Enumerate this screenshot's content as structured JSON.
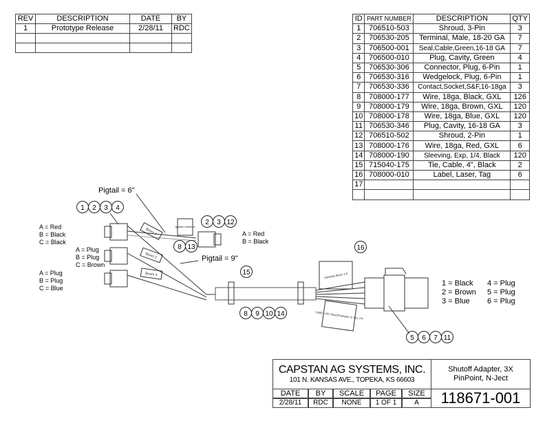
{
  "revision_table": {
    "headers": [
      "REV",
      "DESCRIPTION",
      "DATE",
      "BY"
    ],
    "rows": [
      [
        "1",
        "Prototype Release",
        "2/28/11",
        "RDC"
      ],
      [
        "",
        "",
        "",
        ""
      ],
      [
        "",
        "",
        "",
        ""
      ]
    ]
  },
  "parts_table": {
    "headers": [
      "ID",
      "PART NUMBER",
      "DESCRIPTION",
      "QTY"
    ],
    "rows": [
      [
        "1",
        "706510-503",
        "Shroud, 3-Pin",
        "3"
      ],
      [
        "2",
        "706530-205",
        "Terminal, Male, 18-20 GA",
        "7"
      ],
      [
        "3",
        "706500-001",
        "Seal,Cable,Green,16-18 GA",
        "7"
      ],
      [
        "4",
        "706500-010",
        "Plug, Cavity, Green",
        "4"
      ],
      [
        "5",
        "706530-306",
        "Connector, Plug, 6-Pin",
        "1"
      ],
      [
        "6",
        "706530-316",
        "Wedgelock, Plug, 6-Pin",
        "1"
      ],
      [
        "7",
        "706530-336",
        "Contact,Socket,S&F,16-18ga",
        "3"
      ],
      [
        "8",
        "708000-177",
        "Wire, 18ga, Black, GXL",
        "126"
      ],
      [
        "9",
        "708000-179",
        "Wire, 18ga, Brown, GXL",
        "120"
      ],
      [
        "10",
        "708000-178",
        "Wire, 18ga, Blue, GXL",
        "120"
      ],
      [
        "11",
        "706530-346",
        "Plug, Cavity, 16-18 GA",
        "3"
      ],
      [
        "12",
        "706510-502",
        "Shroud, 2-Pin",
        "1"
      ],
      [
        "13",
        "708000-176",
        "Wire, 18ga, Red, GXL",
        "6"
      ],
      [
        "14",
        "708000-190",
        "Sleeving, Exp, 1/4, Black",
        "120"
      ],
      [
        "15",
        "715040-175",
        "Tie, Cable, 4\", Black",
        "2"
      ],
      [
        "16",
        "708000-010",
        "Label, Laser, Tag",
        "6"
      ],
      [
        "17",
        "",
        "",
        ""
      ],
      [
        "",
        "",
        "",
        ""
      ]
    ]
  },
  "diagram": {
    "pigtail_6": "Pigtail = 6\"",
    "pigtail_9": "Pigtail = 9\"",
    "pin_labels": {
      "boom1": [
        "A = Red",
        "B = Black",
        "C = Black"
      ],
      "boom2": [
        "A = Plug",
        "B = Plug",
        "C = Brown"
      ],
      "boom3": [
        "A = Plug",
        "B = Plug",
        "C = Blue"
      ],
      "ignition": [
        "A = Red",
        "B = Black"
      ],
      "main": [
        "1 = Black",
        "4 = Plug",
        "2 = Brown",
        "5 = Plug",
        "3 = Blue",
        "6 = Plug"
      ]
    },
    "tags": {
      "boom1": "Boom 1",
      "boom2": "Boom 2",
      "boom3": "Boom 3",
      "ignition": "Ignition Harness",
      "gateway": "Gateway Boom 1-6",
      "adapter": "118671-001 Shutoff Adapter N-Ject, PP"
    },
    "balloons": {
      "boom_conn": [
        "1",
        "2",
        "3",
        "4"
      ],
      "ign_conn": [
        "2",
        "3",
        "12"
      ],
      "ign_wire": [
        "8",
        "13"
      ],
      "tie": [
        "15"
      ],
      "main_wire": [
        "8",
        "9",
        "10",
        "14"
      ],
      "label": [
        "16"
      ],
      "main_conn": [
        "5",
        "6",
        "7",
        "11"
      ]
    }
  },
  "title_block": {
    "company": "CAPSTAN AG SYSTEMS, INC.",
    "address": "101 N. KANSAS AVE., TOPEKA, KS 66603",
    "title_line1": "Shutoff Adapter, 3X",
    "title_line2": "PinPoint, N-Ject",
    "headers": [
      "DATE",
      "BY",
      "SCALE",
      "PAGE",
      "SIZE"
    ],
    "values": [
      "2/28/11",
      "RDC",
      "NONE",
      "1 OF 1",
      "A"
    ],
    "drawing_number": "118671-001"
  }
}
